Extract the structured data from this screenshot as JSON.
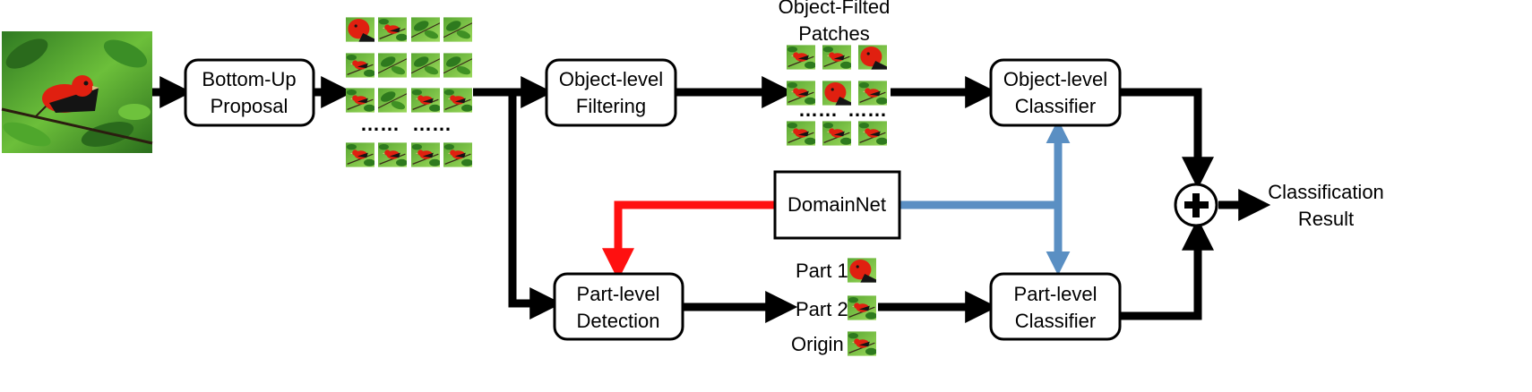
{
  "nodes": {
    "bottom_up_proposal": [
      "Bottom-Up",
      "Proposal"
    ],
    "object_level_filtering": [
      "Object-level",
      "Filtering"
    ],
    "object_level_classifier": [
      "Object-level",
      "Classifier"
    ],
    "domainnet": "DomainNet",
    "part_level_detection": [
      "Part-level",
      "Detection"
    ],
    "part_level_classifier": [
      "Part-level",
      "Classifier"
    ]
  },
  "labels": {
    "object_filted_patches": [
      "Object-Filted",
      "Patches"
    ],
    "part1": "Part 1",
    "part2": "Part 2",
    "origin": "Origin",
    "classification_result": [
      "Classification",
      "Result"
    ],
    "ellipsis": "……",
    "combine_symbol": "+"
  },
  "colors": {
    "arrow_default": "#000000",
    "arrow_red": "#ff1010",
    "arrow_blue": "#5a8fc3",
    "bird_red": "#e02010",
    "foliage_green": "#3c8c28"
  },
  "icons": {
    "input_image": "bird-photo",
    "patch": "bird-patch-thumbnail",
    "combine": "circle-plus-icon"
  }
}
